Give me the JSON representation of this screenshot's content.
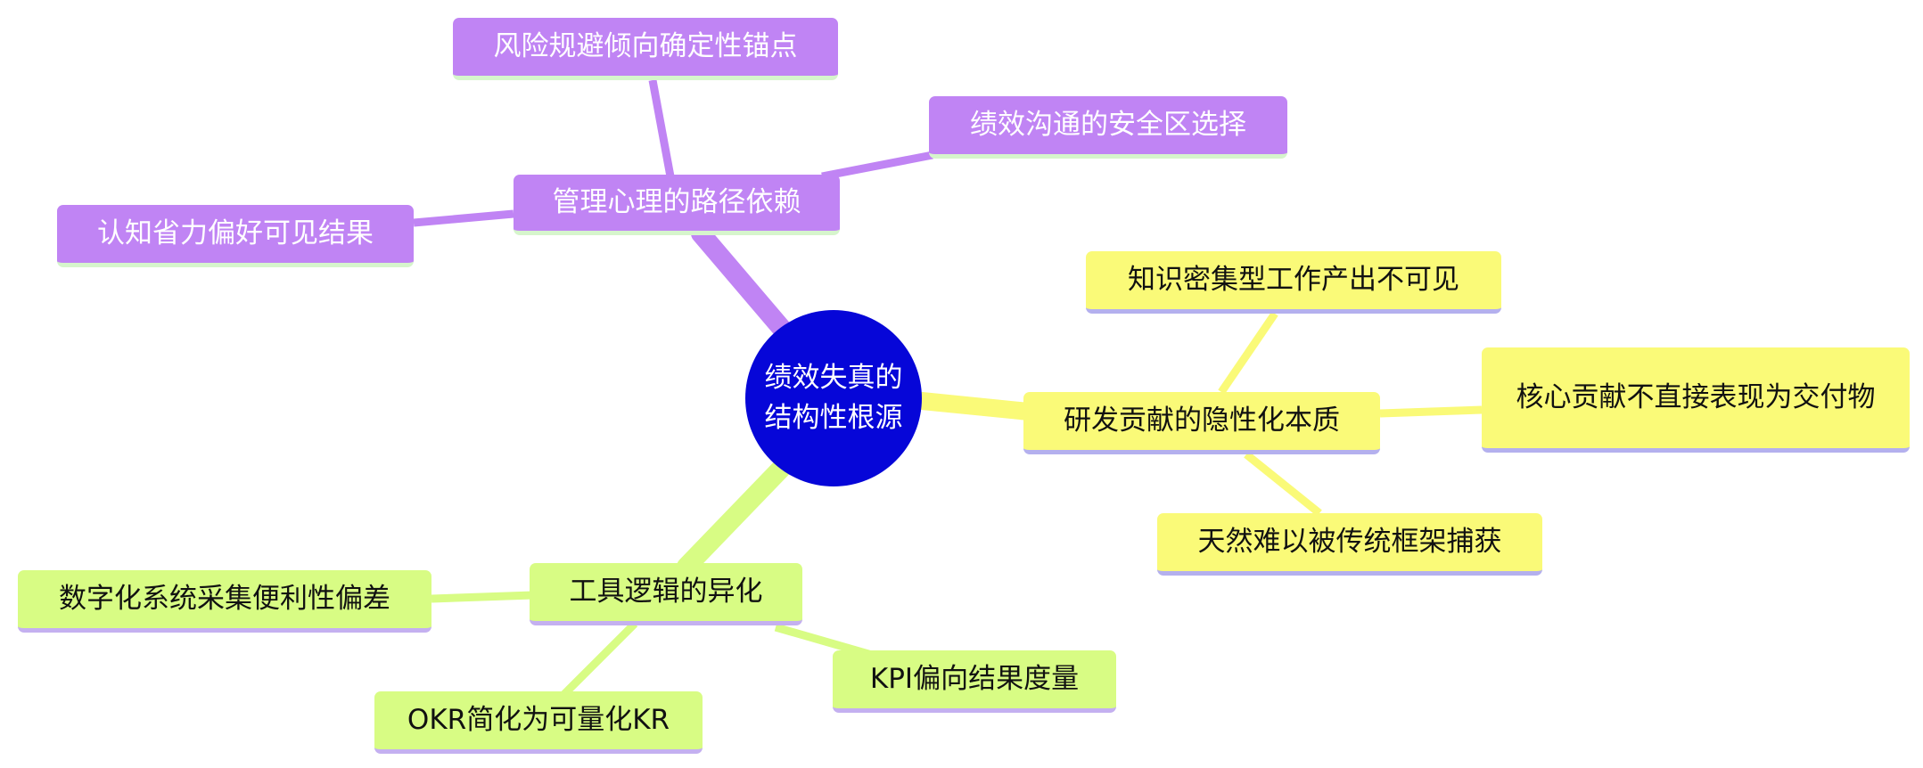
{
  "root": {
    "label": "绩效失真的结构性根源",
    "color": "#0606d8"
  },
  "branches": [
    {
      "label": "管理心理的路径依赖",
      "color": "#c084f4",
      "children": [
        "风险规避倾向确定性锚点",
        "绩效沟通的安全区选择",
        "认知省力偏好可见结果"
      ]
    },
    {
      "label": "研发贡献的隐性化本质",
      "color": "#fafa78",
      "children": [
        "知识密集型工作产出不可见",
        "核心贡献不直接表现为交付物",
        "天然难以被传统框架捕获"
      ]
    },
    {
      "label": "工具逻辑的异化",
      "color": "#d8fc84",
      "children": [
        "数字化系统采集便利性偏差",
        "OKR简化为可量化KR",
        "KPI偏向结果度量"
      ]
    }
  ]
}
